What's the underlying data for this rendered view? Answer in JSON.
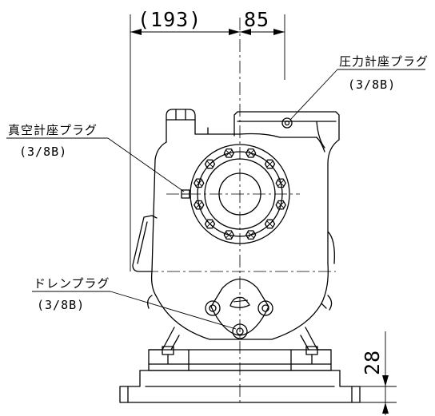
{
  "dimensions": {
    "width_left": "(193)",
    "width_right": "85",
    "base_height": "28"
  },
  "callouts": {
    "pressure_gauge_plug": {
      "name": "圧力計座プラグ",
      "size": "(3/8B)"
    },
    "vacuum_gauge_plug": {
      "name": "真空計座プラグ",
      "size": "(3/8B)"
    },
    "drain_plug": {
      "name": "ドレンプラグ",
      "size": "(3/8B)"
    }
  }
}
